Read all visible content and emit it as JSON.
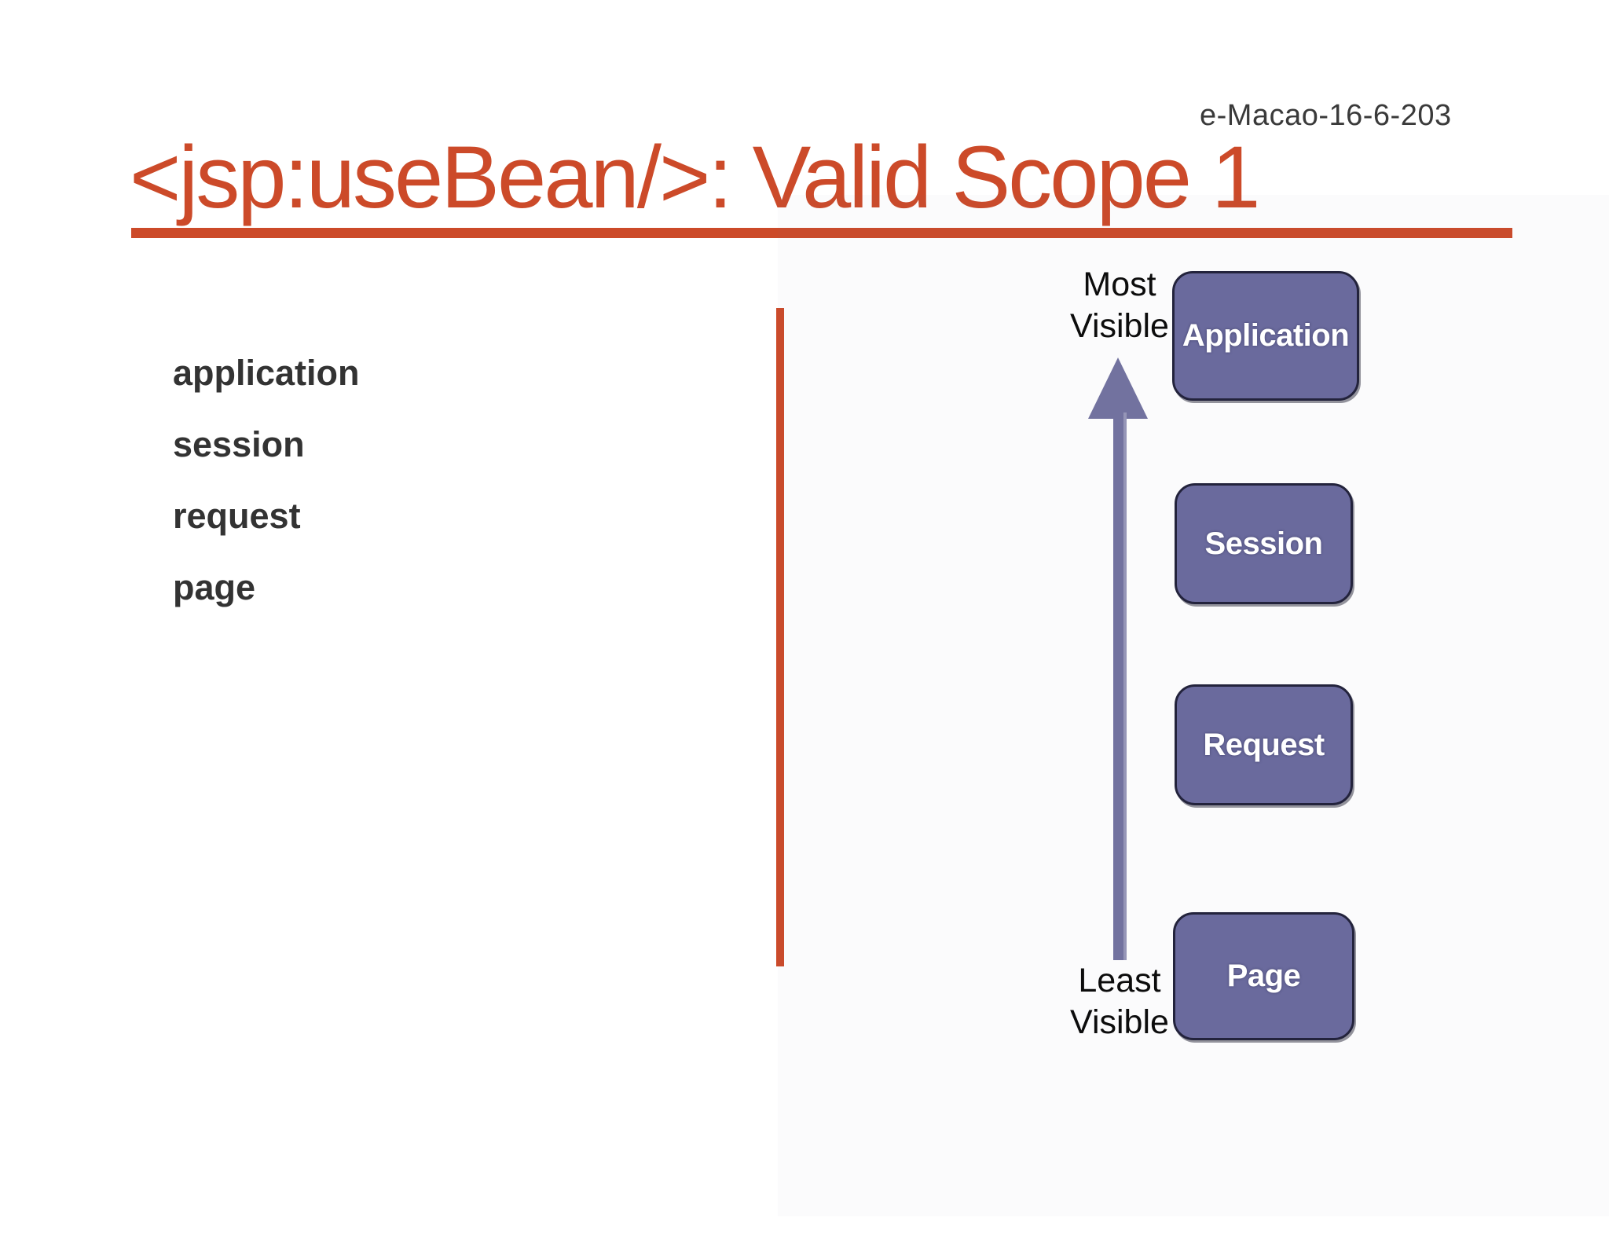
{
  "slide": {
    "code": "e-Macao-16-6-203",
    "title": "<jsp:useBean/>: Valid Scope 1"
  },
  "scope_list": {
    "items": [
      "application",
      "session",
      "request",
      "page"
    ]
  },
  "diagram": {
    "most_label": {
      "line1": "Most",
      "line2": "Visible"
    },
    "least_label": {
      "line1": "Least",
      "line2": "Visible"
    },
    "boxes": [
      "Application",
      "Session",
      "Request",
      "Page"
    ],
    "arrow_direction": "up"
  },
  "colors": {
    "accent": "#cc4a29",
    "box_fill": "#6a6a9d",
    "arrow": "#72729f",
    "list_text": "#333333",
    "code_text": "#3a3a3a"
  }
}
